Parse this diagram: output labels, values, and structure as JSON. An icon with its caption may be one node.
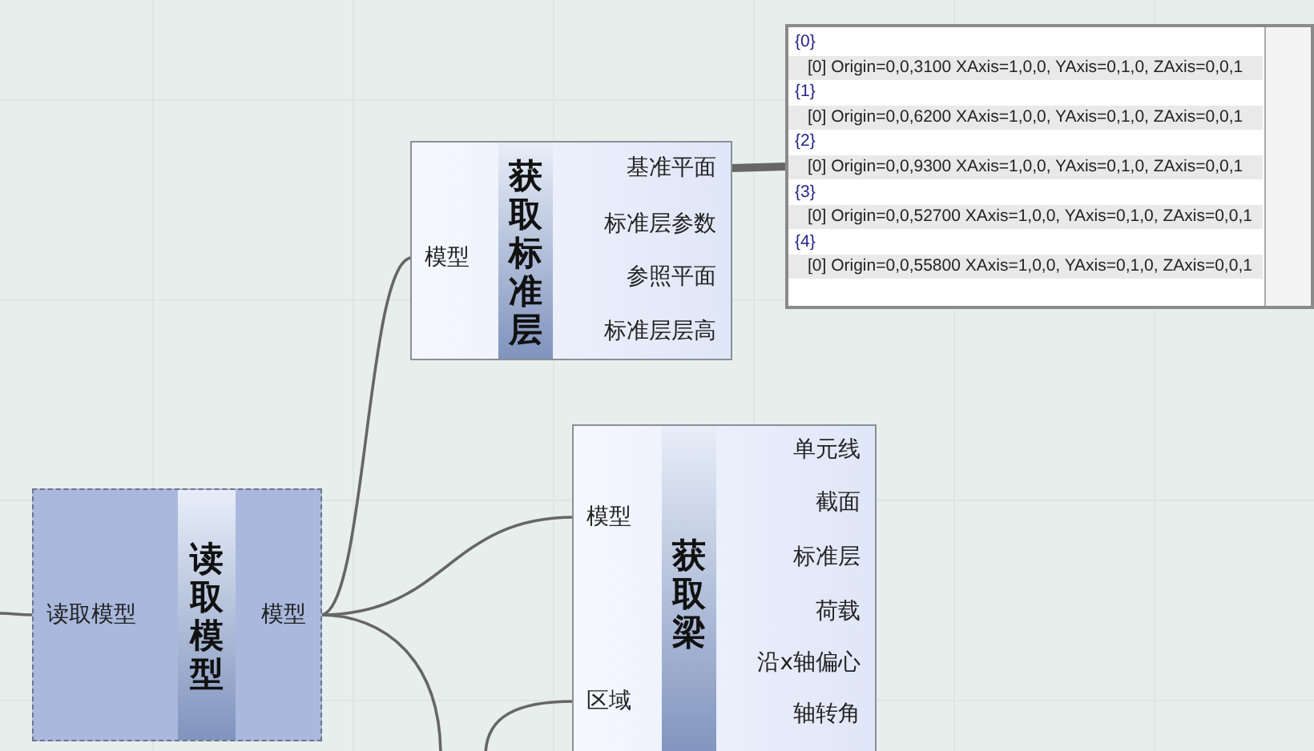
{
  "diagram": {
    "nodes": [
      {
        "text": [
          "获取标准层"
        ]
      },
      {
        "text": [
          "模型"
        ],
        "in": 0
      },
      {
        "text": [
          "基准平面"
        ],
        "in": 0
      },
      {
        "text": [
          "标准层参数"
        ],
        "in": 0
      },
      {
        "text": [
          "参照平面"
        ],
        "in": 0
      },
      {
        "text": [
          "标准层层高"
        ],
        "in": 0
      },
      {
        "text": [
          "{0}",
          "[0] Origin=0,0,3100 XAxis=1,0,0, YAxis=0,1,0, ZAxis=0,0,1",
          "{1}",
          "[0] Origin=0,0,6200 XAxis=1,0,0, YAxis=0,1,0, ZAxis=0,0,1",
          "{2}",
          "[0] Origin=0,0,9300 XAxis=1,0,0, YAxis=0,1,0, ZAxis=0,0,1",
          "{3}",
          "[0] Origin=0,0,52700 XAxis=1,0,0, YAxis=0,1,0, ZAxis=0,0,1",
          "{4}",
          "[0] Origin=0,0,55800 XAxis=1,0,0, YAxis=0,1,0, ZAxis=0,0,1"
        ]
      },
      {
        "text": [
          "读取模型"
        ]
      },
      {
        "text": [
          "读取模型"
        ],
        "in": 7
      },
      {
        "text": [
          "模型"
        ],
        "in": 7
      },
      {
        "text": [
          "获取梁"
        ]
      },
      {
        "text": [
          "模型"
        ],
        "in": 10
      },
      {
        "text": [
          "区域"
        ],
        "in": 10
      },
      {
        "text": [
          "单元线"
        ],
        "in": 10
      },
      {
        "text": [
          "截面"
        ],
        "in": 10
      },
      {
        "text": [
          "标准层"
        ],
        "in": 10
      },
      {
        "text": [
          "荷载"
        ],
        "in": 10
      },
      {
        "text": [
          "沿x轴偏心"
        ],
        "in": 10
      },
      {
        "text": [
          "轴转角"
        ],
        "in": 10
      }
    ],
    "edges": [
      {
        "from": 9,
        "to": 1,
        "arrow": "none"
      },
      {
        "from": 9,
        "to": 11,
        "arrow": "none"
      },
      {
        "from": 9,
        "to": null,
        "arrow": "none"
      },
      {
        "from": null,
        "to": 12,
        "arrow": "none"
      },
      {
        "from": null,
        "to": 8,
        "arrow": "none"
      },
      {
        "from": 2,
        "to": 6,
        "arrow": "none",
        "style": "thick"
      }
    ]
  }
}
